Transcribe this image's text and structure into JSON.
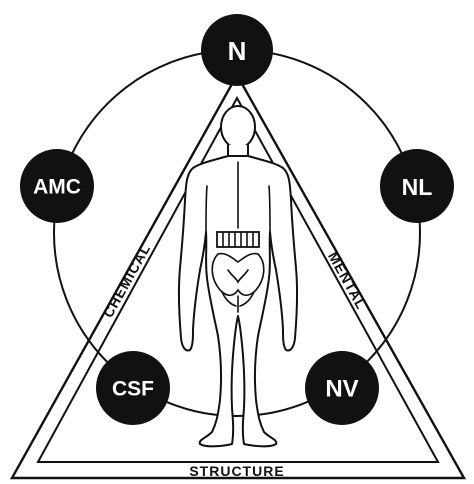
{
  "nodes": {
    "top": "N",
    "upper_left": "AMC",
    "upper_right": "NL",
    "lower_left": "CSF",
    "lower_right": "NV"
  },
  "sides": {
    "left": "CHEMICAL",
    "right": "MENTAL",
    "bottom": "STRUCTURE"
  },
  "colors": {
    "ink": "#111111",
    "node_fill": "#111111",
    "node_text": "#ffffff",
    "background": "#ffffff"
  }
}
